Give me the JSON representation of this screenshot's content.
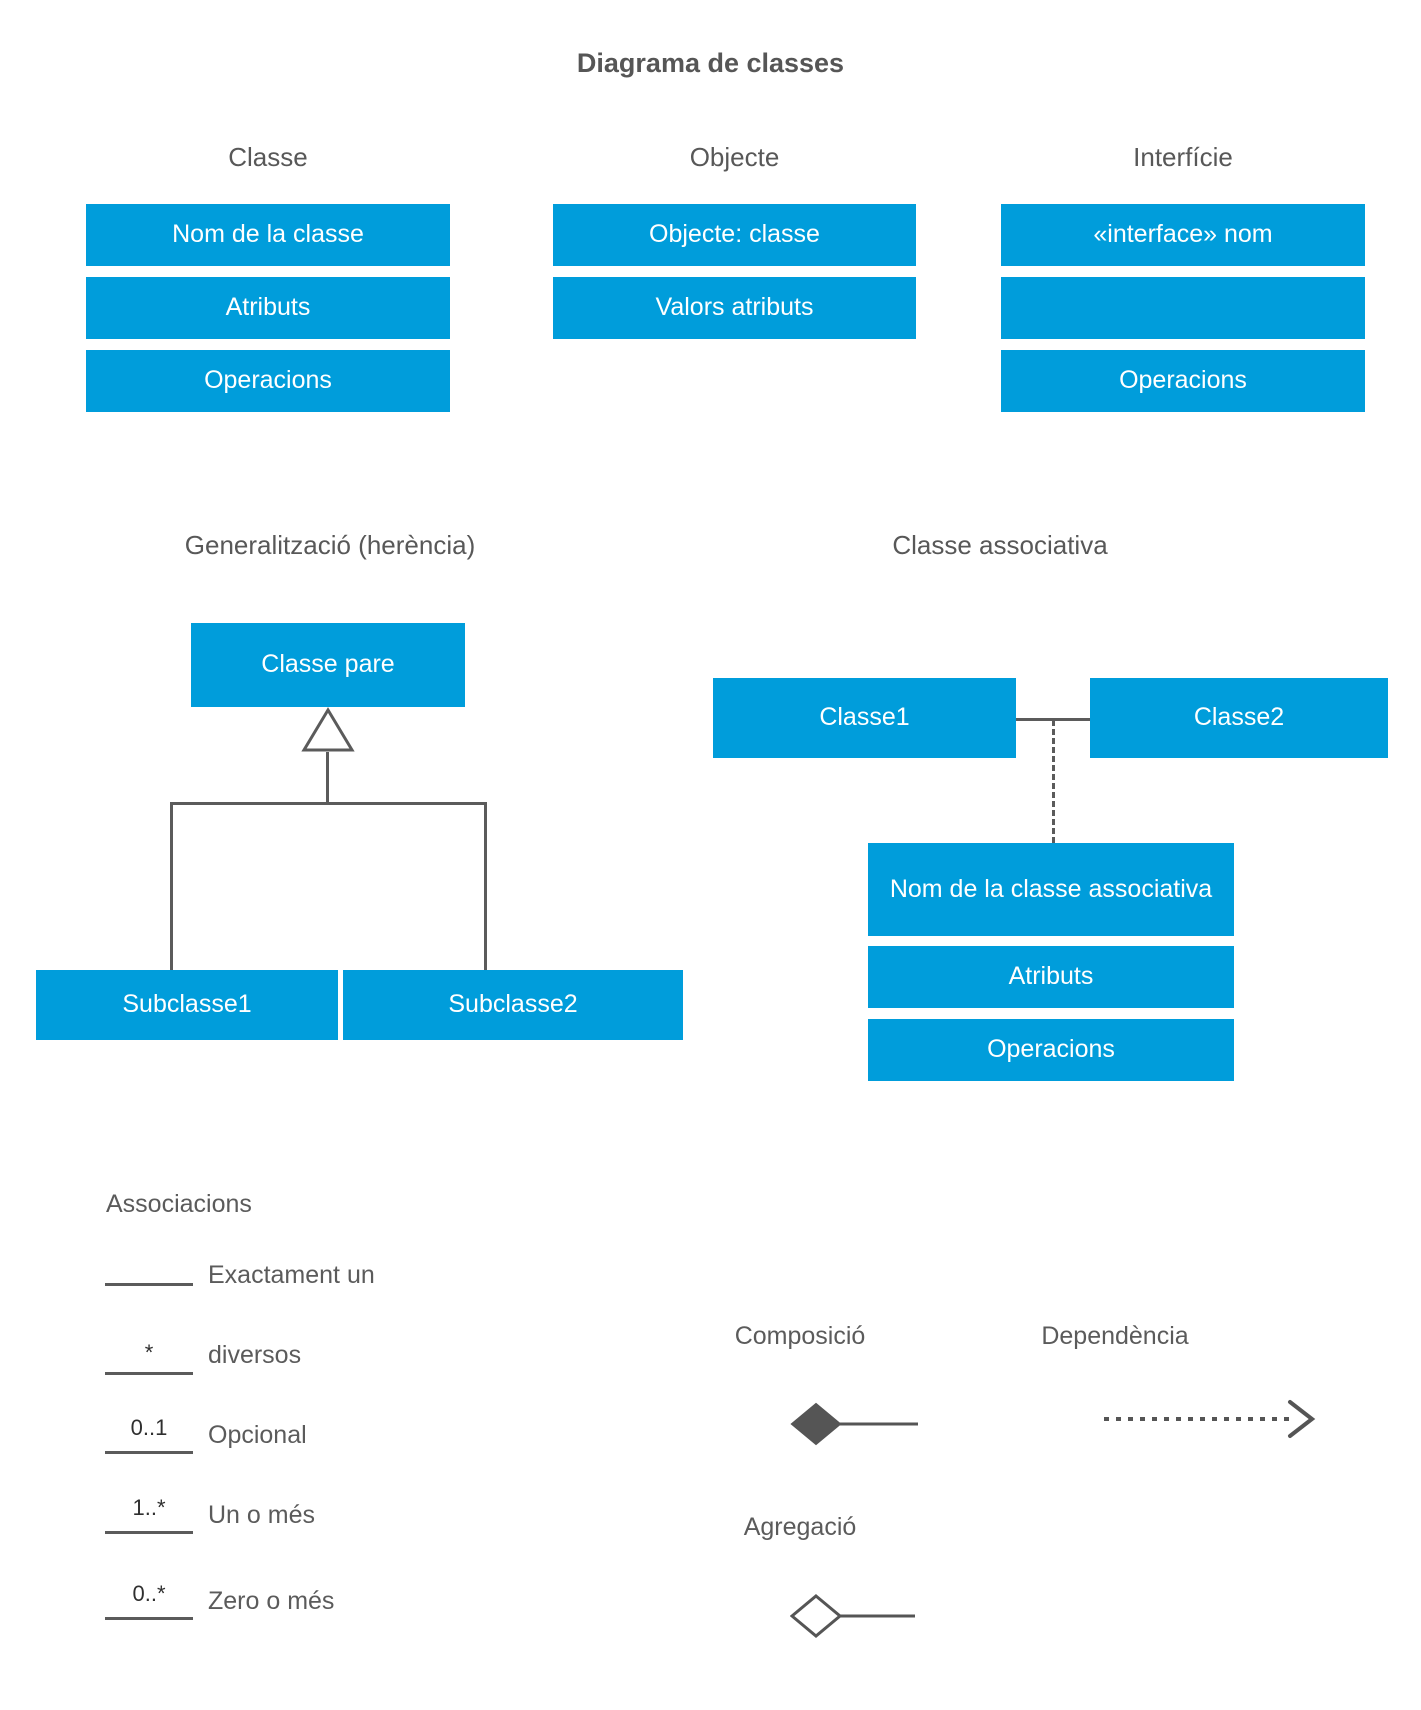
{
  "title": "Diagrama de classes",
  "colors": {
    "box_fill": "#009ddb",
    "box_text": "#ffffff",
    "line": "#5b5b5b",
    "heading_text": "#565656",
    "label_text": "#5b5b5b",
    "background": "#ffffff"
  },
  "top_row": {
    "classe": {
      "label": "Classe",
      "compartments": [
        "Nom de la classe",
        "Atributs",
        "Operacions"
      ]
    },
    "objecte": {
      "label": "Objecte",
      "compartments": [
        "Objecte: classe",
        "Valors atributs"
      ]
    },
    "interficie": {
      "label": "Interfície",
      "compartments": [
        "«interface» nom",
        "",
        "Operacions"
      ]
    }
  },
  "generalization": {
    "label": "Generalització (herència)",
    "parent": "Classe pare",
    "children": [
      "Subclasse1",
      "Subclasse2"
    ]
  },
  "association_class": {
    "label": "Classe associativa",
    "class1": "Classe1",
    "class2": "Classe2",
    "assoc_box": {
      "name": "Nom de la classe associativa",
      "attributes": "Atributs",
      "operations": "Operacions"
    }
  },
  "associations": {
    "heading": "Associacions",
    "rows": [
      {
        "multiplicity": "",
        "label": "Exactament un"
      },
      {
        "multiplicity": "*",
        "label": "diversos"
      },
      {
        "multiplicity": "0..1",
        "label": "Opcional"
      },
      {
        "multiplicity": "1..*",
        "label": "Un o més"
      },
      {
        "multiplicity": "0..*",
        "label": "Zero o més"
      }
    ]
  },
  "symbols": {
    "composicio": "Composició",
    "agregacio": "Agregació",
    "dependencia": "Dependència"
  }
}
